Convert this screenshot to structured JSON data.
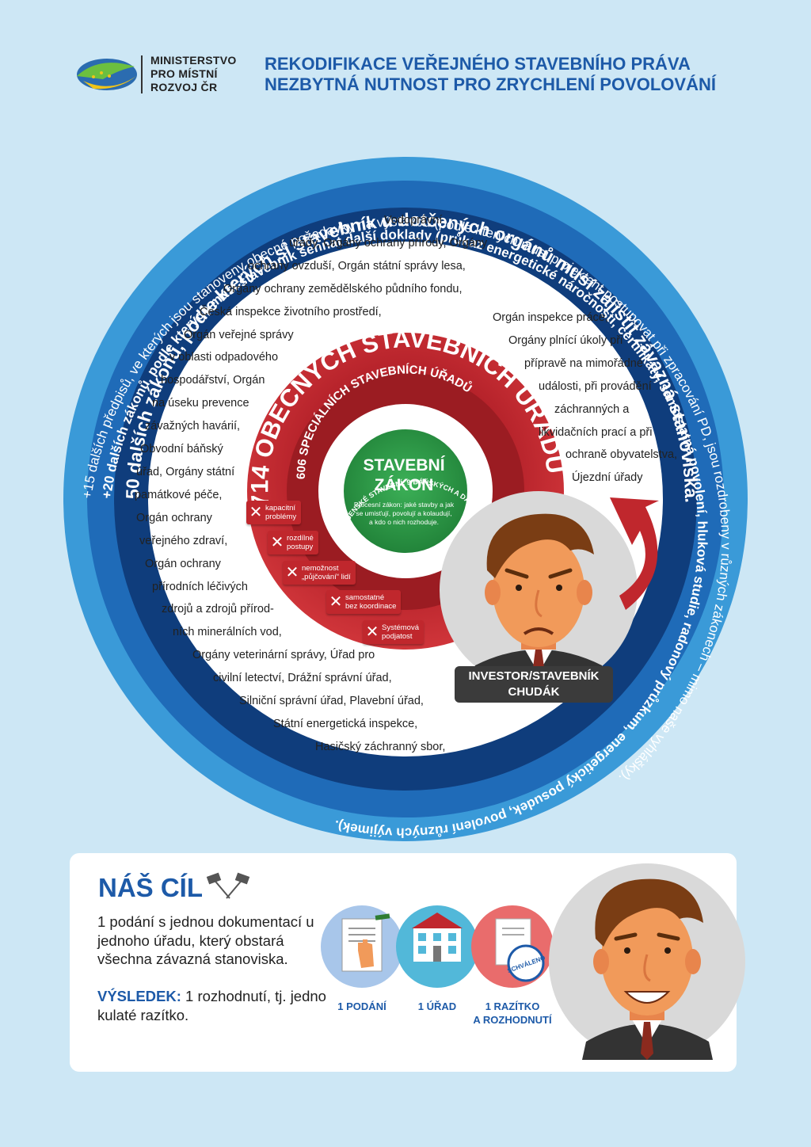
{
  "header": {
    "ministry_line1": "MINISTERSTVO",
    "ministry_line2": "PRO MÍSTNÍ",
    "ministry_line3": "ROZVOJ ČR",
    "title_line1": "REKODIFIKACE VEŘEJNÉHO STAVEBNÍHO PRÁVA",
    "title_line2": "NEZBYTNÁ NUTNOST PRO ZRYCHLENÍ POVOLOVÁNÍ"
  },
  "rings": {
    "outer1": "+15 dalších předpisů, ve kterých jsou stanoveny obecné požadavky na výstavbu (podle kterých musí projektant postupovat při zpracování PD, jsou rozdrobeny v různých zákonech – mimo naše vyhlášky).",
    "outer2": "+20 dalších zákonů, podle kterých musí stavebník sehnat další doklady (průkaz energetické náročnosti, certifikáty, samostatná povolení, hluková studie, radonový průzkum, energetický posudek, povolení různých výjimek).",
    "main": "50 dalších zákonů, podle kterých si stavebník u dotčených orgánů musí zajistit závazná stanoviska."
  },
  "authorities_left": [
    "Vodoprávní",
    "úřady, Orgány ochrany přírody,   Orgány",
    "ochrany ovzduší, Orgán státní správy lesa,",
    "Orgány ochrany zemědělského půdního fondu,",
    "Česká inspekce životního prostředí,",
    "Orgán veřejné správy",
    "v oblasti odpadového",
    "hospodářství, Orgán",
    "na úseku prevence",
    "závažných havárií,",
    "Obvodní báňský",
    "úřad, Orgány státní",
    "památkové péče,",
    "Orgán ochrany",
    "veřejného zdraví,",
    "Orgán ochrany",
    "přírodních léčivých",
    "zdrojů a zdrojů přírod-",
    "ních minerálních vod,",
    "Orgány veterinární správy, Úřad pro",
    "civilní letectví, Drážní správní úřad,",
    "Silniční správní úřad, Plavební úřad,",
    "Státní energetická inspekce,",
    "Hasičský záchranný sbor,"
  ],
  "authorities_right": [
    "Orgán inspekce práce,",
    "Orgány plnící úkoly při",
    "přípravě na mimořádné",
    "události, při provádění",
    "záchranných a",
    "likvidačních prací a při",
    "ochraně obyvatelstva,",
    "Újezdní úřady"
  ],
  "offices": {
    "general": "714 OBECNÝCH STAVEBNÍCH ÚŘADŮ",
    "special": "606 SPECIÁLNÍCH STAVEBNÍCH ÚŘADŮ",
    "special_detail": "4 VOJENSKÉ STAVEBNÍ, 9 BÁŇSKÝCH A DALŠÍ 4 SPECIÁLNÍ (MINISTERSTVA)"
  },
  "center": {
    "title_line1": "STAVEBNÍ",
    "title_line2": "ZÁKON",
    "description": "Procesní zákon: jaké stavby a jak se umisťují, povolují a kolaudují, a kdo o nich rozhoduje."
  },
  "problems": [
    {
      "l1": "kapacitní",
      "l2": "problémy"
    },
    {
      "l1": "rozdílné",
      "l2": "postupy"
    },
    {
      "l1": "nemožnost",
      "l2": "„půjčování“ lidí"
    },
    {
      "l1": "samostatné",
      "l2": "bez koordinace"
    },
    {
      "l1": "Systémová",
      "l2": "podjatost"
    }
  ],
  "investor": {
    "line1": "INVESTOR/STAVEBNÍK",
    "line2": "CHUDÁK"
  },
  "goal": {
    "title": "NÁŠ CÍL",
    "text": "1 podání s jednou dokumentací u jednoho úřadu, který obstará všechna závazná stanoviska.",
    "result_label": "VÝSLEDEK:",
    "result_text": " 1 rozhodnutí, tj. jedno kulaté razítko.",
    "stamp_text": "SCHVÁLENO",
    "steps": [
      {
        "l1": "1 PODÁNÍ",
        "l2": ""
      },
      {
        "l1": "1 ÚŘAD",
        "l2": ""
      },
      {
        "l1": "1 RAZÍTKO",
        "l2": "A ROZHODNUTÍ"
      }
    ]
  },
  "colors": {
    "background": "#cde7f5",
    "outer_ring": "#3a9ad8",
    "middle_ring": "#1f6bb8",
    "inner_ring": "#0f3d7c",
    "red_ring": "#c0272d",
    "green_center": "#2e9b47",
    "title_blue": "#1d5aa8"
  }
}
